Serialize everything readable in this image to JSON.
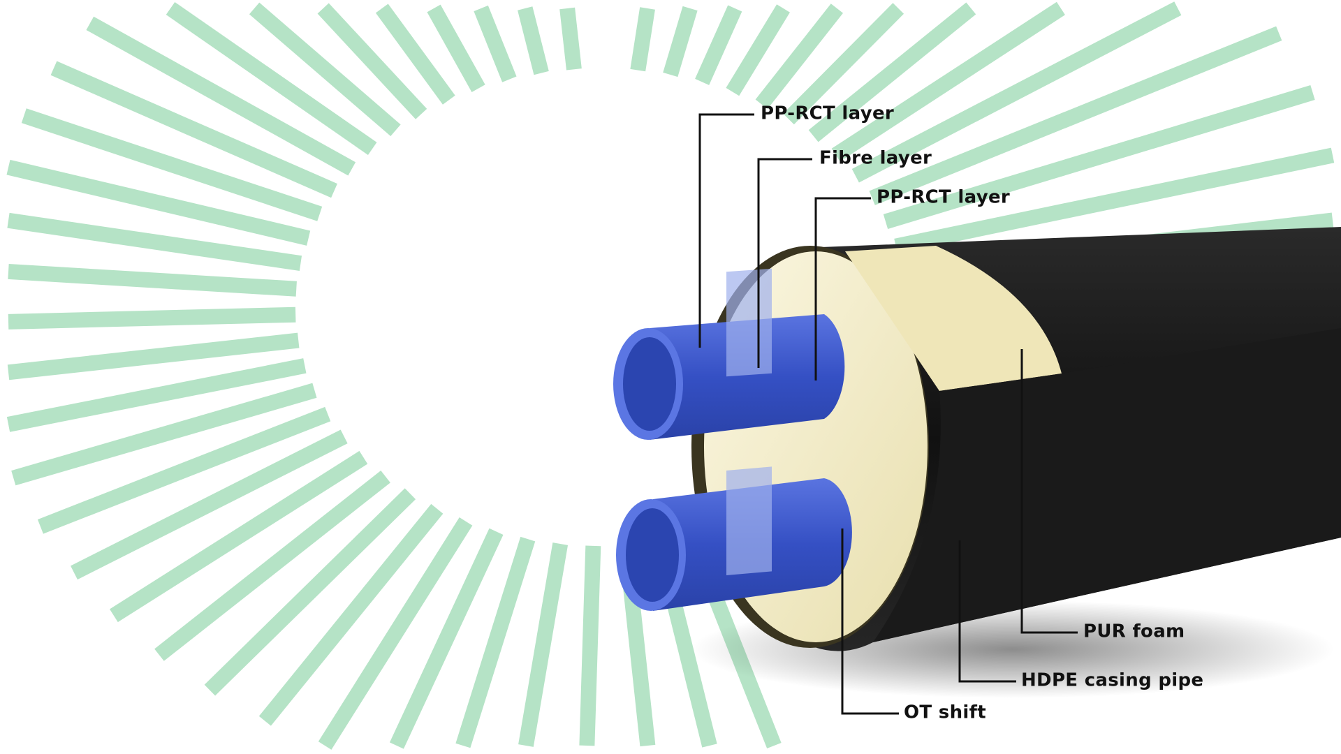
{
  "colors": {
    "rays": "#b5e3c6",
    "casing": "#1c1c1c",
    "foam": "#f2ebc4",
    "pipe": "#3d57c8"
  },
  "labels": {
    "pp_rct_outer": "PP-RCT layer",
    "fibre": "Fibre layer",
    "pp_rct_inner": "PP-RCT layer",
    "pur_foam": "PUR foam",
    "hdpe_casing": "HDPE casing pipe",
    "ot_shift": "OT shift"
  }
}
